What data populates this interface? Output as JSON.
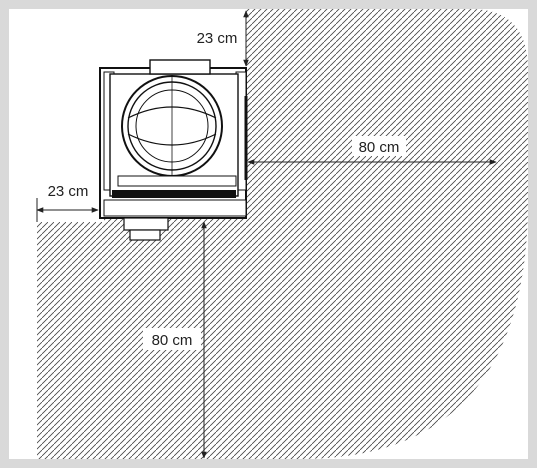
{
  "dimensions": {
    "top_clearance": "23 cm",
    "right_clearance": "80 cm",
    "left_clearance": "23 cm",
    "bottom_clearance": "80 cm"
  },
  "colors": {
    "frame": "#d9d9d9",
    "background": "#ffffff",
    "hatch": "#444444",
    "line": "#222222"
  },
  "device_icon": "boiler-top-view-icon"
}
